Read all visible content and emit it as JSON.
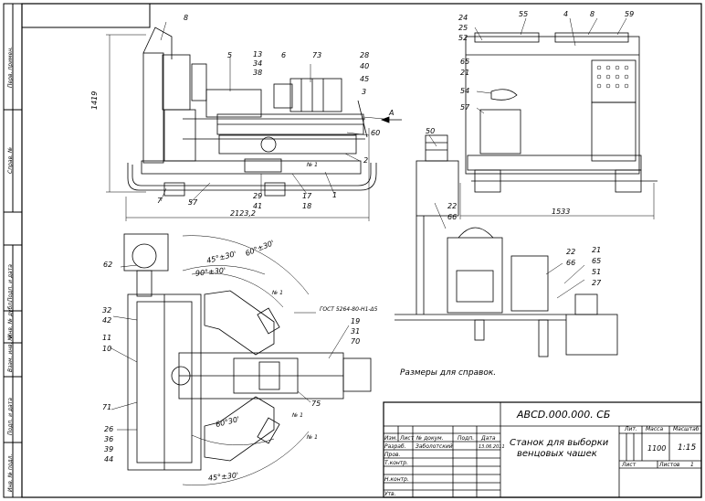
{
  "sheet": {
    "side_labels": [
      "Перв. примен.",
      "Справ. №",
      "Подп. и дата",
      "Инв. № дубл.",
      "Взам. инв. №",
      "Подп. и дата",
      "Инв. № подл."
    ]
  },
  "callouts": {
    "front": [
      "8",
      "5",
      "13",
      "34",
      "38",
      "6",
      "73",
      "28",
      "40",
      "45",
      "3",
      "60",
      "2",
      "7",
      "57",
      "29",
      "41",
      "17",
      "18",
      "1"
    ],
    "side": [
      "24",
      "25",
      "52",
      "55",
      "4",
      "8",
      "59",
      "65",
      "21",
      "54",
      "57",
      "50",
      "22",
      "66"
    ],
    "bottom_right": [
      "22",
      "66",
      "21",
      "65",
      "51",
      "27"
    ],
    "plan": [
      "62",
      "32",
      "42",
      "11",
      "10",
      "71",
      "26",
      "36",
      "39",
      "44",
      "19",
      "31",
      "70",
      "75"
    ]
  },
  "dimensions": {
    "height": "1419",
    "length": "2123,2",
    "width": "1533",
    "angle_45_top": "45°±30'",
    "angle_60_top": "60°±30'",
    "angle_90": "90°±30'",
    "angle_60_bottom": "60°30'",
    "angle_45_bottom": "45°±30'",
    "gost_note": "ГОСТ 5264-80-Н1-Δ5",
    "weld_mark": "№ 1",
    "arrow_letter": "A"
  },
  "note": "Размеры для справок.",
  "title_block": {
    "doc_code": "АВСD.000.000. СБ",
    "title": [
      "Станок для выборки",
      "венцовых чашек"
    ],
    "col_headers": [
      "Изм.",
      "Лист",
      "№ докум.",
      "Подп.",
      "Дата"
    ],
    "roles": [
      "Разраб.",
      "Пров.",
      "Т.контр.",
      "",
      "Н.контр.",
      "Утв."
    ],
    "developer": "Заболотский",
    "date": "13.06.2011",
    "lit_label": "Лит.",
    "mass_label": "Масса",
    "scale_label": "Масштаб",
    "mass": "1100",
    "scale": "1:15",
    "sheet_label": "Лист",
    "sheets_label": "Листов",
    "sheets_total": "1"
  }
}
